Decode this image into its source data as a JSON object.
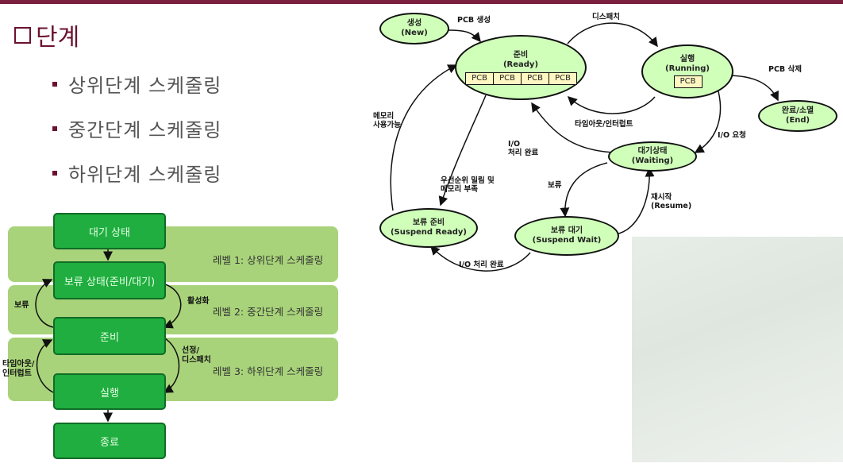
{
  "slide": {
    "title": "단계",
    "bullets": [
      "상위단계 스케줄링",
      "중간단계 스케줄링",
      "하위단계 스케줄링"
    ]
  },
  "left_diagram": {
    "states": {
      "wait": "대기 상태",
      "suspend": "보류 상태(준비/대기)",
      "ready": "준비",
      "run": "실행",
      "exit": "종료"
    },
    "levels": [
      "레벨 1: 상위단계 스케줄링",
      "레벨 2: 중간단계 스케줄링",
      "레벨 3: 하위단계 스케줄링"
    ],
    "labels": {
      "hold": "보류",
      "activate": "활성화",
      "timeout": "타임아웃/\n인터럽트",
      "dispatch": "선정/\n디스패치"
    }
  },
  "right_diagram": {
    "nodes": {
      "new": {
        "name": "생성",
        "en": "(New)"
      },
      "ready": {
        "name": "준비",
        "en": "(Ready)"
      },
      "running": {
        "name": "실행",
        "en": "(Running)"
      },
      "end": {
        "name": "완료/소멸",
        "en": "(End)"
      },
      "waiting": {
        "name": "대기상태",
        "en": "(Waiting)"
      },
      "suspend_ready": {
        "name": "보류 준비",
        "en": "(Suspend Ready)"
      },
      "suspend_wait": {
        "name": "보류 대기",
        "en": "(Suspend Wait)"
      }
    },
    "pcb": [
      "PCB",
      "PCB",
      "PCB",
      "PCB"
    ],
    "running_pcb": "PCB",
    "edges": {
      "pcb_create": "PCB 생성",
      "dispatch": "디스패치",
      "pcb_delete": "PCB 삭제",
      "timeout": "타임아웃/인터럽트",
      "io_request": "I/O 요청",
      "io_done": "I/O\n처리 완료",
      "memory_avail": "메모리\n사용가능",
      "priority_low": "우선순위 밀림 및\n메모리 부족",
      "hold": "보류",
      "resume": "재시작\n(Resume)",
      "io_done2": "I/O 처리 완료"
    }
  },
  "colors": {
    "accent": "#6b1230",
    "band": "#a8d37a",
    "state_box": "#1fae3f",
    "node_fill": "#cfffb9",
    "pcb_fill": "#fff7c2"
  }
}
